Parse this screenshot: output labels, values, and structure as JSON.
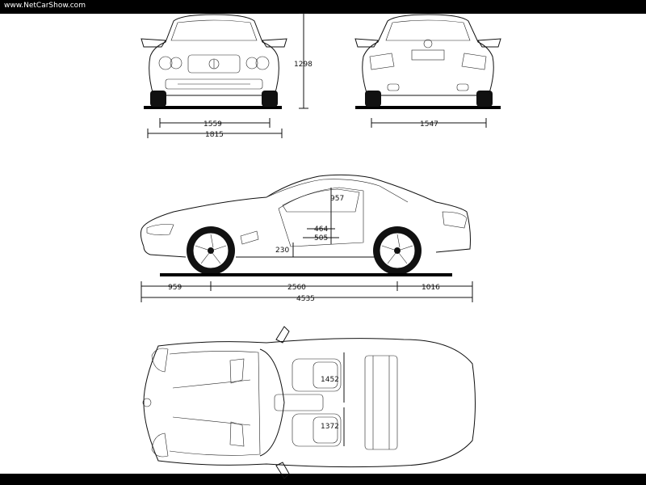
{
  "header": {
    "site": "www.NetCarShow.com"
  },
  "dimensions": {
    "height": "1298",
    "front_track": "1559",
    "width": "1815",
    "rear_track": "1547",
    "door_height": "957",
    "door_464": "464",
    "door_505": "505",
    "sill_230": "230",
    "front_overhang": "959",
    "wheelbase": "2560",
    "rear_overhang": "1016",
    "length": "4535",
    "interior_1452": "1452",
    "interior_1372": "1372"
  },
  "colors": {
    "ink": "#111111",
    "bars": "#000000",
    "paper": "#ffffff"
  }
}
